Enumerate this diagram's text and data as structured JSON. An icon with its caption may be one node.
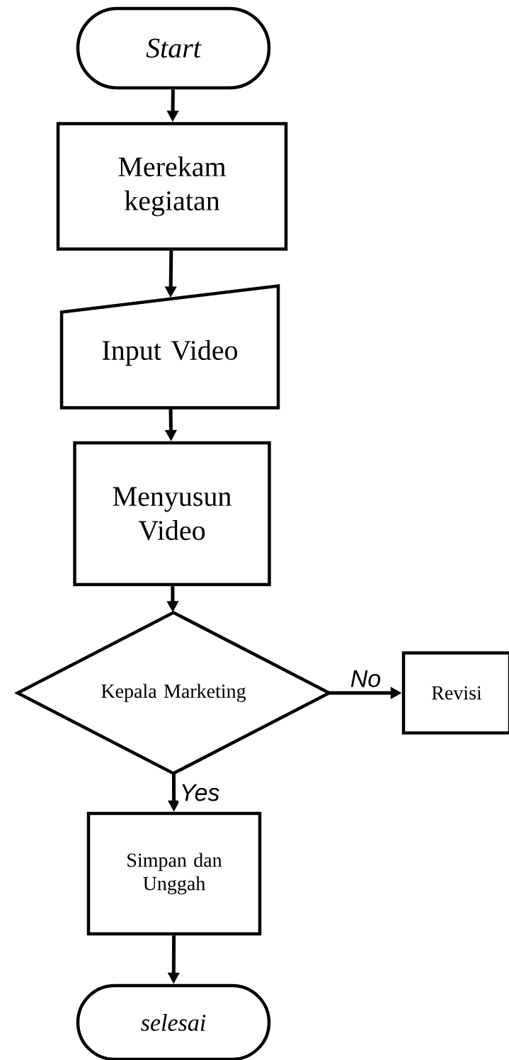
{
  "diagram": {
    "nodes": [
      {
        "text": [
          "Start"
        ]
      },
      {
        "text": [
          "Merekam kegiatan"
        ]
      },
      {
        "text": [
          "Input Video"
        ]
      },
      {
        "text": [
          "Menyusun Video"
        ]
      },
      {
        "text": [
          "Kepala Marketing"
        ]
      },
      {
        "text": [
          "Revisi"
        ]
      },
      {
        "text": [
          "Simpan dan Unggah"
        ]
      },
      {
        "text": [
          "selesai"
        ]
      }
    ],
    "edges": [
      {
        "from": 0,
        "to": 1,
        "arrow": "to"
      },
      {
        "from": 1,
        "to": 2,
        "arrow": "to"
      },
      {
        "from": 2,
        "to": 3,
        "arrow": "to"
      },
      {
        "from": 3,
        "to": 4,
        "arrow": "to"
      },
      {
        "from": 4,
        "to": 5,
        "arrow": "to",
        "label": "No"
      },
      {
        "from": 4,
        "to": 6,
        "arrow": "to",
        "label": "Yes"
      },
      {
        "from": 6,
        "to": 7,
        "arrow": "to"
      }
    ]
  }
}
